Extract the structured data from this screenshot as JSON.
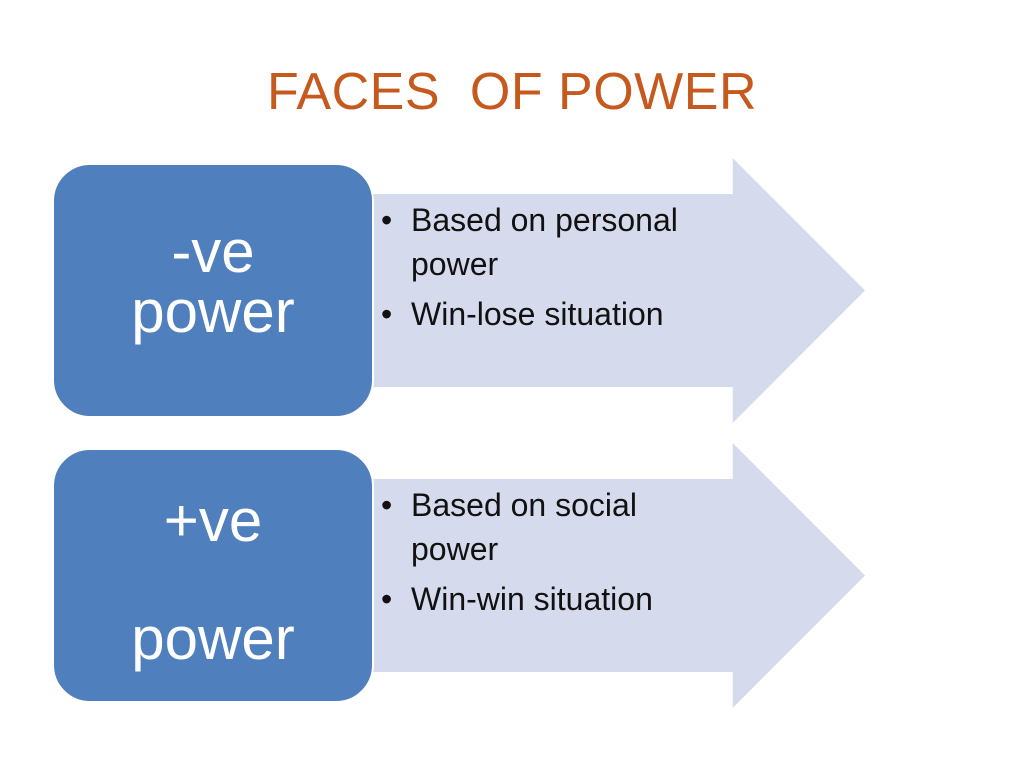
{
  "title": "FACES  OF POWER",
  "colors": {
    "title": "#c65a1e",
    "box_fill": "#4f80bd",
    "arrow_fill": "#d5dbec",
    "bullet_text": "#111111"
  },
  "rows": [
    {
      "box_line_1": "-ve",
      "box_line_2": "power",
      "bullets": [
        "Based on personal power",
        "Win-lose situation"
      ]
    },
    {
      "box_line_1": "+ve",
      "box_line_2": "power",
      "bullets": [
        "Based on social power",
        "Win-win situation"
      ]
    }
  ],
  "bullet_glyph": "•"
}
